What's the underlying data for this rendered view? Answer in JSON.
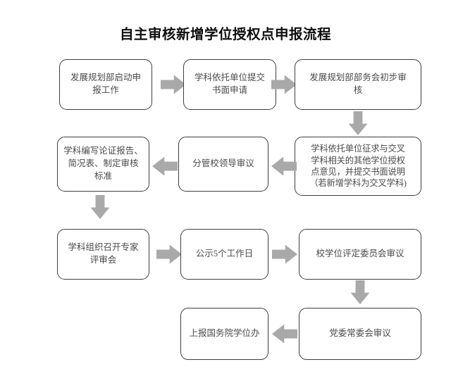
{
  "title": "自主审核新增学位授权点申报流程",
  "flowchart": {
    "type": "process-flow",
    "orientation": "serpentine",
    "node_fill": "#ffffff",
    "node_border": "#3f3f3f",
    "arrow_color": "#a9a9a9",
    "title_color": "#0d0d0d",
    "text_color": "#4a4a4a",
    "nodes": [
      {
        "id": "n1",
        "label": "发展规划部启动申\n报工作"
      },
      {
        "id": "n2",
        "label": "学科依托单位提交\n书面申请"
      },
      {
        "id": "n3",
        "label": "发展规划部部务会初步审\n核"
      },
      {
        "id": "n4",
        "label": "学科依托单位征求与交叉\n学科相关的其他学位授权\n点意见，并提交书面说明\n（若新增学科为交叉学科)"
      },
      {
        "id": "n5",
        "label": "分管校领导审议"
      },
      {
        "id": "n6",
        "label": "学科编写论证报告、\n简况表、制定审核\n标准"
      },
      {
        "id": "n7",
        "label": "学科组织召开专家\n评审会"
      },
      {
        "id": "n8",
        "label": "公示5个工作日"
      },
      {
        "id": "n9",
        "label": "校学位评定委员会审议"
      },
      {
        "id": "n10",
        "label": "党委常委会审议"
      },
      {
        "id": "n11",
        "label": "上报国务院学位办"
      }
    ],
    "edges": [
      {
        "from": "n1",
        "to": "n2",
        "direction": "right"
      },
      {
        "from": "n2",
        "to": "n3",
        "direction": "right"
      },
      {
        "from": "n3",
        "to": "n4",
        "direction": "down"
      },
      {
        "from": "n4",
        "to": "n5",
        "direction": "left"
      },
      {
        "from": "n5",
        "to": "n6",
        "direction": "left"
      },
      {
        "from": "n6",
        "to": "n7",
        "direction": "down"
      },
      {
        "from": "n7",
        "to": "n8",
        "direction": "right"
      },
      {
        "from": "n8",
        "to": "n9",
        "direction": "right"
      },
      {
        "from": "n9",
        "to": "n10",
        "direction": "down"
      },
      {
        "from": "n10",
        "to": "n11",
        "direction": "left"
      }
    ]
  }
}
